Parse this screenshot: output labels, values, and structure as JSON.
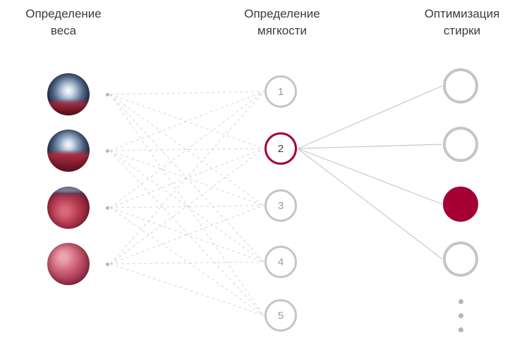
{
  "diagram": {
    "columns": [
      {
        "id": "weight-detection",
        "title_lines": [
          "Определение",
          "веса"
        ]
      },
      {
        "id": "softness-detection",
        "title_lines": [
          "Определение",
          "мягкости"
        ]
      },
      {
        "id": "wash-optimization",
        "title_lines": [
          "Оптимизация",
          "стирки"
        ]
      }
    ],
    "input_nodes": [
      {
        "image": "drum-with-red-laundry-1"
      },
      {
        "image": "drum-with-red-laundry-2"
      },
      {
        "image": "red-fabric-in-drum"
      },
      {
        "image": "crumpled-red-fabric"
      }
    ],
    "hidden_nodes": [
      {
        "label": "1",
        "state": "normal"
      },
      {
        "label": "2",
        "state": "highlighted"
      },
      {
        "label": "3",
        "state": "normal"
      },
      {
        "label": "4",
        "state": "normal"
      },
      {
        "label": "5",
        "state": "normal"
      }
    ],
    "output_nodes": [
      {
        "state": "normal"
      },
      {
        "state": "normal"
      },
      {
        "state": "filled"
      },
      {
        "state": "normal"
      }
    ],
    "ellipsis_dot_count": 3,
    "colors": {
      "accent": "#a50034",
      "node_border": "#c5c5c5",
      "node_number": "#9b9b9b",
      "dashed_line": "#d6d6d6",
      "solid_line": "#c9c9c9",
      "text": "#3c3c3c"
    }
  }
}
